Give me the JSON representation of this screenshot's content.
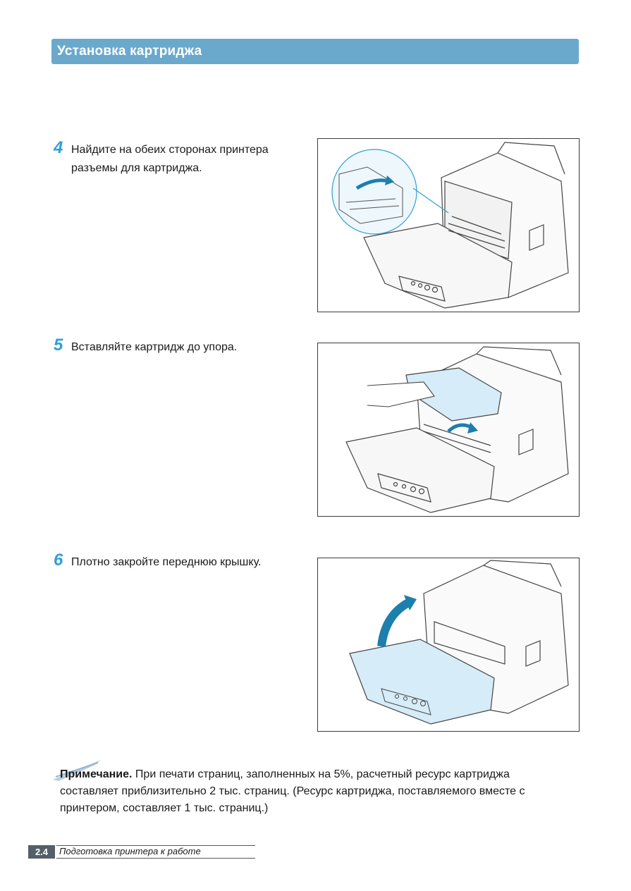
{
  "header": {
    "title": "Установка картриджа"
  },
  "steps": [
    {
      "number": "4",
      "text": "Найдите на обеих сторонах принтера разъемы для картриджа."
    },
    {
      "number": "5",
      "text": "Вставляйте картридж до упора."
    },
    {
      "number": "6",
      "text": "Плотно закройте переднюю крышку."
    }
  ],
  "note": {
    "label": "Примечание.",
    "text": " При печати страниц, заполненных на 5%, расчетный ресурс картриджа составляет приблизительно 2 тыс. страниц. (Ресурс картриджа, поставляемого вместе с принтером, составляет 1 тыс. страниц.)"
  },
  "footer": {
    "page": "2.4",
    "section": "Подготовка принтера к работе"
  },
  "colors": {
    "header": "#6aa9cc",
    "step_number": "#2f9fd8",
    "arrow": "#1c7fae",
    "highlight": "#d6ecf8"
  }
}
